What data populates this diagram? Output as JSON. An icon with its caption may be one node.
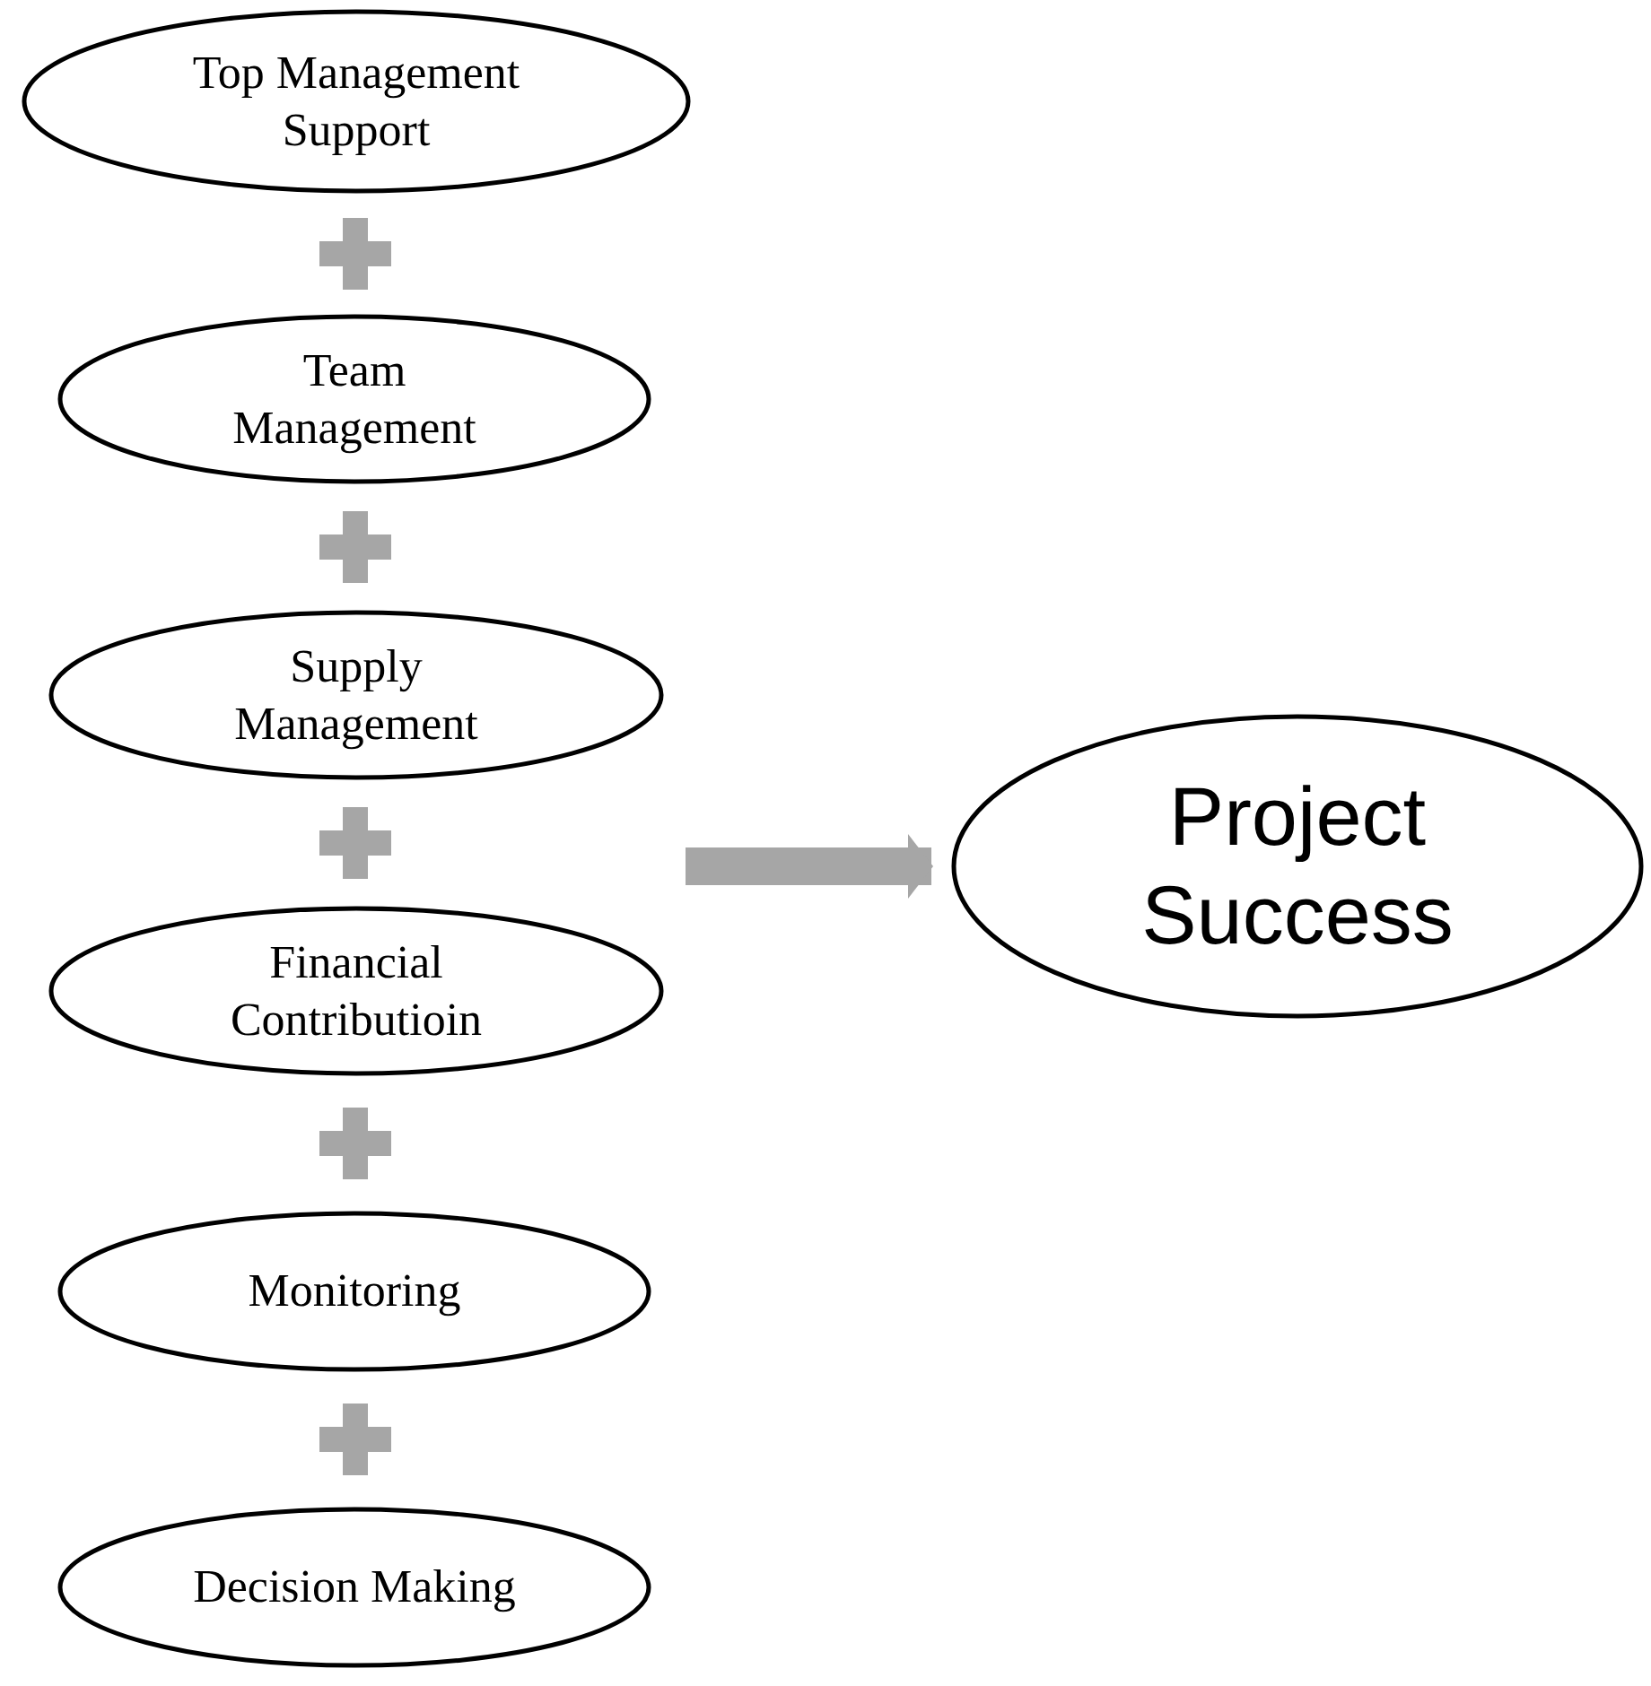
{
  "diagram": {
    "nodes": [
      {
        "text": [
          "Top Management Support"
        ]
      },
      {
        "text": [
          "Team Management"
        ]
      },
      {
        "text": [
          "Supply Management"
        ]
      },
      {
        "text": [
          "Financial Contributioin"
        ]
      },
      {
        "text": [
          "Monitoring"
        ]
      },
      {
        "text": [
          "Decision Making"
        ]
      },
      {
        "text": [
          "Project Success"
        ]
      }
    ],
    "edges": [
      {
        "from": null,
        "to": 6,
        "arrow": "to"
      }
    ]
  }
}
